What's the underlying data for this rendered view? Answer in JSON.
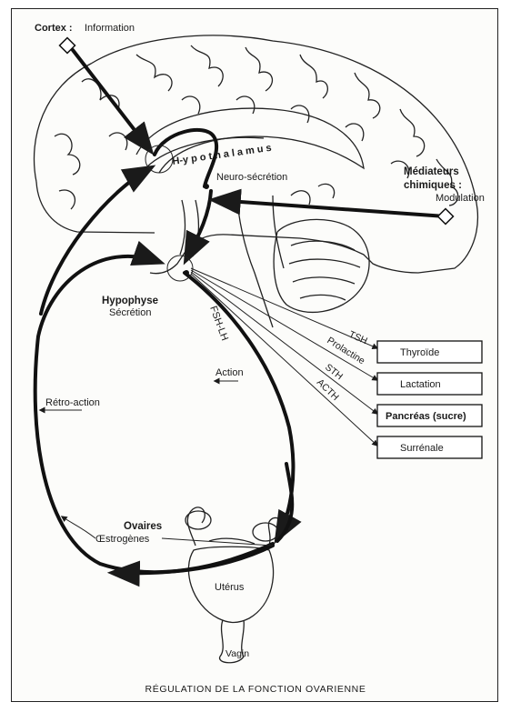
{
  "title": "RÉGULATION DE LA FONCTION OVARIENNE",
  "labels": {
    "cortex": "Cortex :",
    "information": "Information",
    "hypothalamus": "H-y p o t h a l a m u s",
    "neuro_secretion": "Neuro-sécrétion",
    "mediateurs_1": "Médiateurs",
    "mediateurs_2": "chimiques :",
    "modulation": "Modulation",
    "hypophyse": "Hypophyse",
    "secretion": "Sécrétion",
    "fsh_lh": "FSH-LH",
    "action": "Action",
    "retro_action": "Rétro-action",
    "ovaires": "Ovaires",
    "oestrogenes": "Œstrogènes",
    "uterus": "Utérus",
    "vagin": "Vagin"
  },
  "hormones": [
    "TSH",
    "Prolactine",
    "STH",
    "ACTH"
  ],
  "targets": [
    "Thyroïde",
    "Lactation",
    "Pancréas (sucre)",
    "Surrénale"
  ],
  "colors": {
    "ink": "#1a1a1a",
    "paper": "#fcfcfa"
  }
}
